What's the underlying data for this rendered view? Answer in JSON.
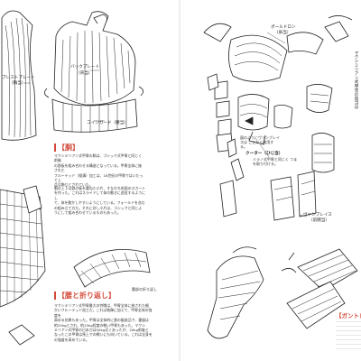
{
  "left_page": {
    "labels": {
      "breastplate": "ブレストプレート",
      "breastplate_sub": "（胸当）",
      "backplate": "バックプレート",
      "backplate_sub": "（背当）",
      "colletin": "コインガード（腰当）"
    },
    "section_torso": {
      "heading": "【胴】",
      "body": "マクシミリアン式甲冑の胴は、ゴシック式甲冑と同じく前後\nの鉄板を組み合わせる構造となっている。甲冑全体に施された\nフルーテッド（縦溝）加工は、16世紀の甲冑ではいたって上\n品な飾りとされていた。"
    },
    "note_shoulder": "胴の上下は鉄の板を重ねた小片、すなわち前面のスカート\nを作った。これはスライドして体の動きに追従するようにし\nて、体を動かしやすいようにしている。フォールドを含む\nの組み立て方だ。それに対し小片は、ゴシックと同じよ\nうにして組み合わせているものもあった。",
    "caption_fold": "腰部の折り返し",
    "section_skirt": {
      "heading": "【腰と折り返し】",
      "body": "マクシミリアン式甲冑最大の特徴は、甲冑全体に施された細\nかいフルーテッド加工だ。これは装飾に加えて、甲冑全体の強度を\n高める効果もあった。甲冑は全体的に鉄の鍛造品で、重量は\n約25kgとされ、約15kg程度の軽い甲冑もあった。マクシ\nミリアン式甲冑の日本刀は50kg近くあったが、20kg前後と\nなったこの甲冑は馬上での戦いにも向いている。これは全身を\nの強度を高めている。"
    }
  },
  "right_page": {
    "labels": {
      "pauldron": "ポールドロン",
      "pauldron_sub": "（肩当）",
      "couter": "クーター（ひじ当）",
      "couter_note": "ミラノ式甲冑と同じく\nつまを取り付ける。",
      "vambrace": "ヴァンブレイス",
      "vambrace_sub": "（前腕当）",
      "vambrace_note": "図のようにヴァンブレイスは\nここから着用する。",
      "side_text": "マクシミリアン式甲冑の肩当は"
    },
    "ribbon_heading": "【ガントレ"
  }
}
